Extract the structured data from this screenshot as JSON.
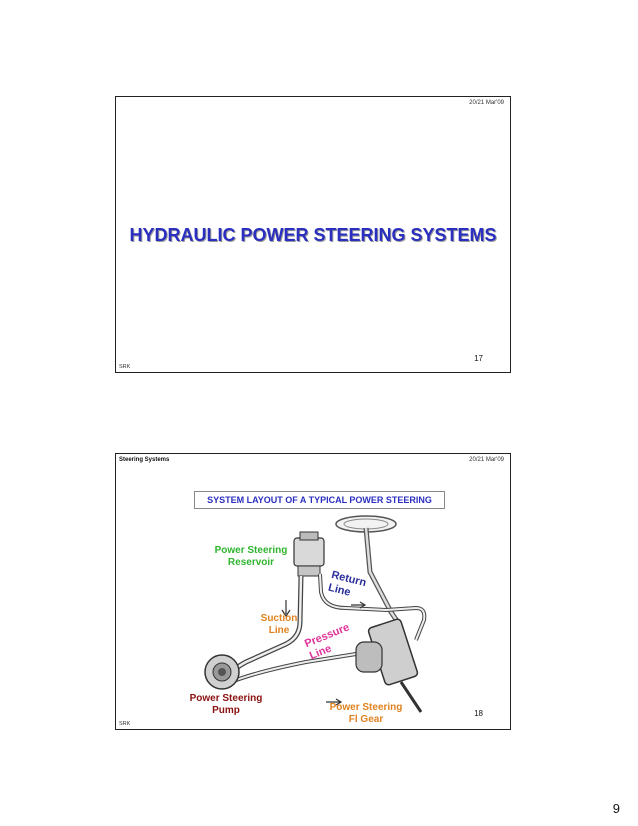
{
  "slide1": {
    "date": "20/21 Mar'09",
    "title": "HYDRAULIC POWER STEERING SYSTEMS",
    "page_number": "17",
    "footer": "SRK"
  },
  "slide2": {
    "header": "Steering Systems",
    "date": "20/21 Mar'09",
    "subtitle": "SYSTEM  LAYOUT OF A TYPICAL POWER STEERING",
    "page_number": "18",
    "footer": "SRK",
    "labels": {
      "reservoir": "Power Steering\nReservoir",
      "return_line": "Return\nLine",
      "suction_line": "Suction\nLine",
      "pressure_line": "Pressure\nLine",
      "pump": "Power Steering\nPump",
      "gear": "Power Steering\nFl Gear"
    },
    "colors": {
      "reservoir": "#2fb52f",
      "return_line": "#2a2f9a",
      "suction_line": "#e0821f",
      "pressure_line": "#e0339a",
      "pump": "#8b1010",
      "gear": "#e0821f"
    }
  },
  "sheet_page_number": "9"
}
